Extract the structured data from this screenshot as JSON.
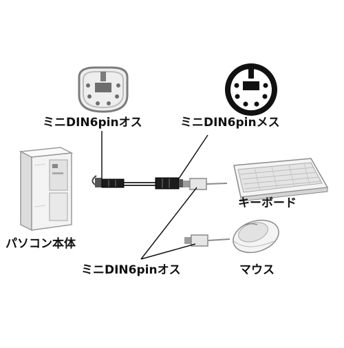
{
  "labels": {
    "male_connector_top": "ミニDIN6pinオス",
    "female_connector": "ミニDIN6pinメス",
    "pc": "パソコン本体",
    "keyboard": "キーボード",
    "male_connector_bottom": "ミニDIN6pinオス",
    "mouse": "マウス"
  },
  "colors": {
    "line": "#111111",
    "device_fill": "#f2f2f2",
    "device_stroke": "#8a8a8a",
    "female_ring": "#111111"
  }
}
